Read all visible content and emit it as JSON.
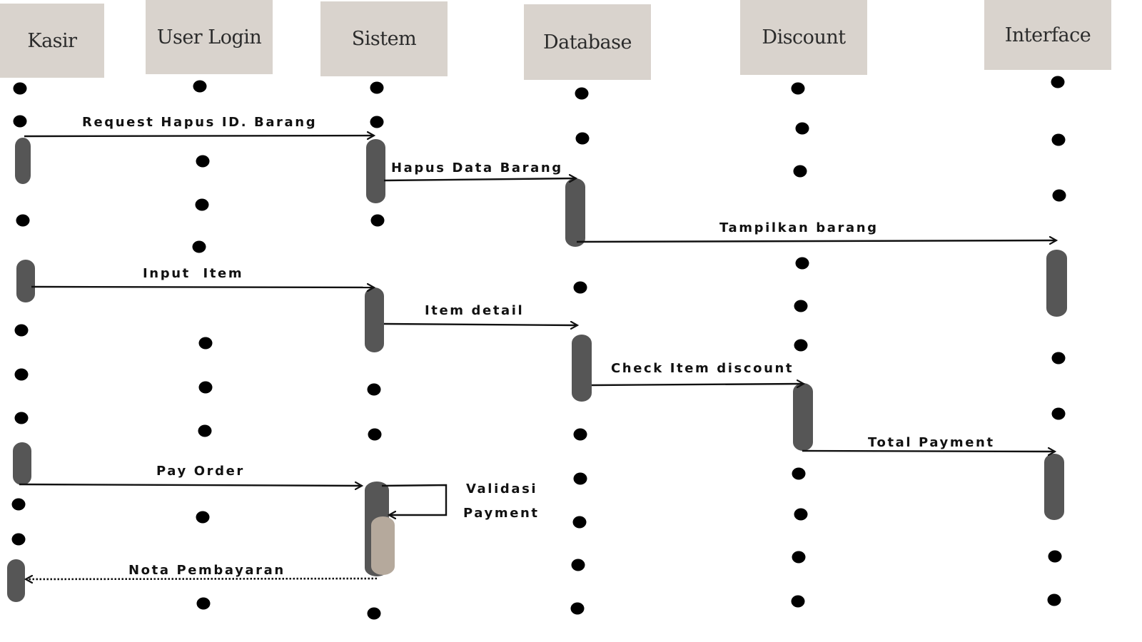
{
  "actors": [
    {
      "id": "kasir",
      "label": "Kasir"
    },
    {
      "id": "user_login",
      "label": "User Login"
    },
    {
      "id": "sistem",
      "label": "Sistem"
    },
    {
      "id": "database",
      "label": "Database"
    },
    {
      "id": "discount",
      "label": "Discount"
    },
    {
      "id": "interface",
      "label": "Interface"
    }
  ],
  "messages": [
    {
      "id": "m1",
      "from": "kasir",
      "to": "sistem",
      "label": "Request Hapus ID. Barang",
      "style": "solid"
    },
    {
      "id": "m2",
      "from": "sistem",
      "to": "database",
      "label": "Hapus Data Barang",
      "style": "solid"
    },
    {
      "id": "m3",
      "from": "database",
      "to": "interface",
      "label": "Tampilkan barang",
      "style": "solid"
    },
    {
      "id": "m4",
      "from": "kasir",
      "to": "sistem",
      "label": "Input  Item",
      "style": "solid"
    },
    {
      "id": "m5",
      "from": "sistem",
      "to": "database",
      "label": "Item detail",
      "style": "solid"
    },
    {
      "id": "m6",
      "from": "database",
      "to": "discount",
      "label": "Check Item discount",
      "style": "solid"
    },
    {
      "id": "m7",
      "from": "discount",
      "to": "interface",
      "label": "Total Payment",
      "style": "solid"
    },
    {
      "id": "m8",
      "from": "kasir",
      "to": "sistem",
      "label": "Pay Order",
      "style": "solid"
    },
    {
      "id": "m9",
      "from": "sistem",
      "to": "sistem",
      "label_lines": [
        "Validasi",
        "Payment"
      ],
      "style": "self"
    },
    {
      "id": "m10",
      "from": "sistem",
      "to": "kasir",
      "label": "Nota Pembayaran",
      "style": "dotted"
    }
  ],
  "colors": {
    "actor_box": "#d9d3cd",
    "activation": "#565656",
    "activation_light": "#b5a99c",
    "lifeline_dot": "#000000",
    "arrow": "#111111",
    "text": "#111111"
  }
}
